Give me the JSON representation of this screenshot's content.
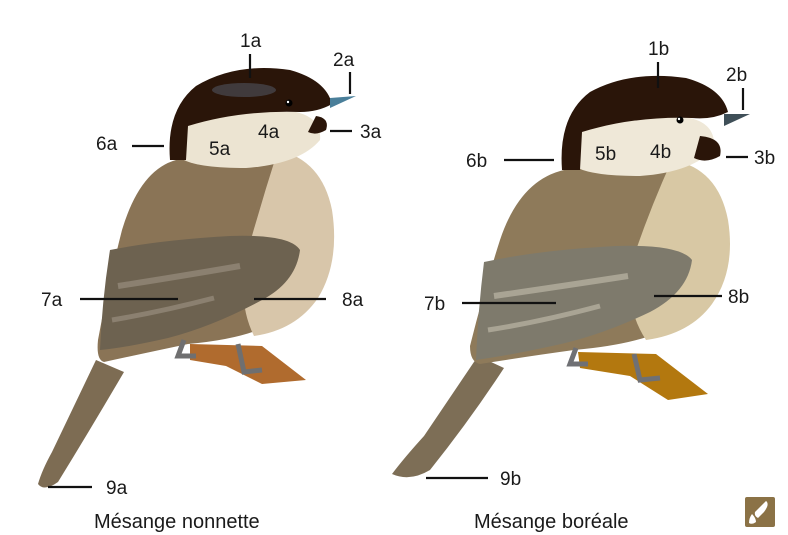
{
  "birds": [
    {
      "caption": "Mésange nonnette",
      "labels": {
        "l1": "1a",
        "l2": "2a",
        "l3": "3a",
        "l4": "4a",
        "l5": "5a",
        "l6": "6a",
        "l7": "7a",
        "l8": "8a",
        "l9": "9a"
      },
      "colors": {
        "cap": "#2a1509",
        "back": "#8a7456",
        "wing": "#6d6250",
        "belly": "#d8c6aa",
        "cheek": "#ece4d2",
        "tail": "#7d6c53",
        "perch": "#b06b2e",
        "beak": "#4a7f9a"
      }
    },
    {
      "caption": "Mésange boréale",
      "labels": {
        "l1": "1b",
        "l2": "2b",
        "l3": "3b",
        "l4": "4b",
        "l5": "5b",
        "l6": "6b",
        "l7": "7b",
        "l8": "8b",
        "l9": "9b"
      },
      "colors": {
        "cap": "#2a1509",
        "back": "#8e7a5a",
        "wing": "#7e7a6c",
        "belly": "#d8c8a4",
        "cheek": "#efe8d8",
        "tail": "#7d6e56",
        "perch": "#b3780f",
        "beak": "#3f4f58"
      }
    }
  ],
  "logo_icon": "brush-logo-icon"
}
